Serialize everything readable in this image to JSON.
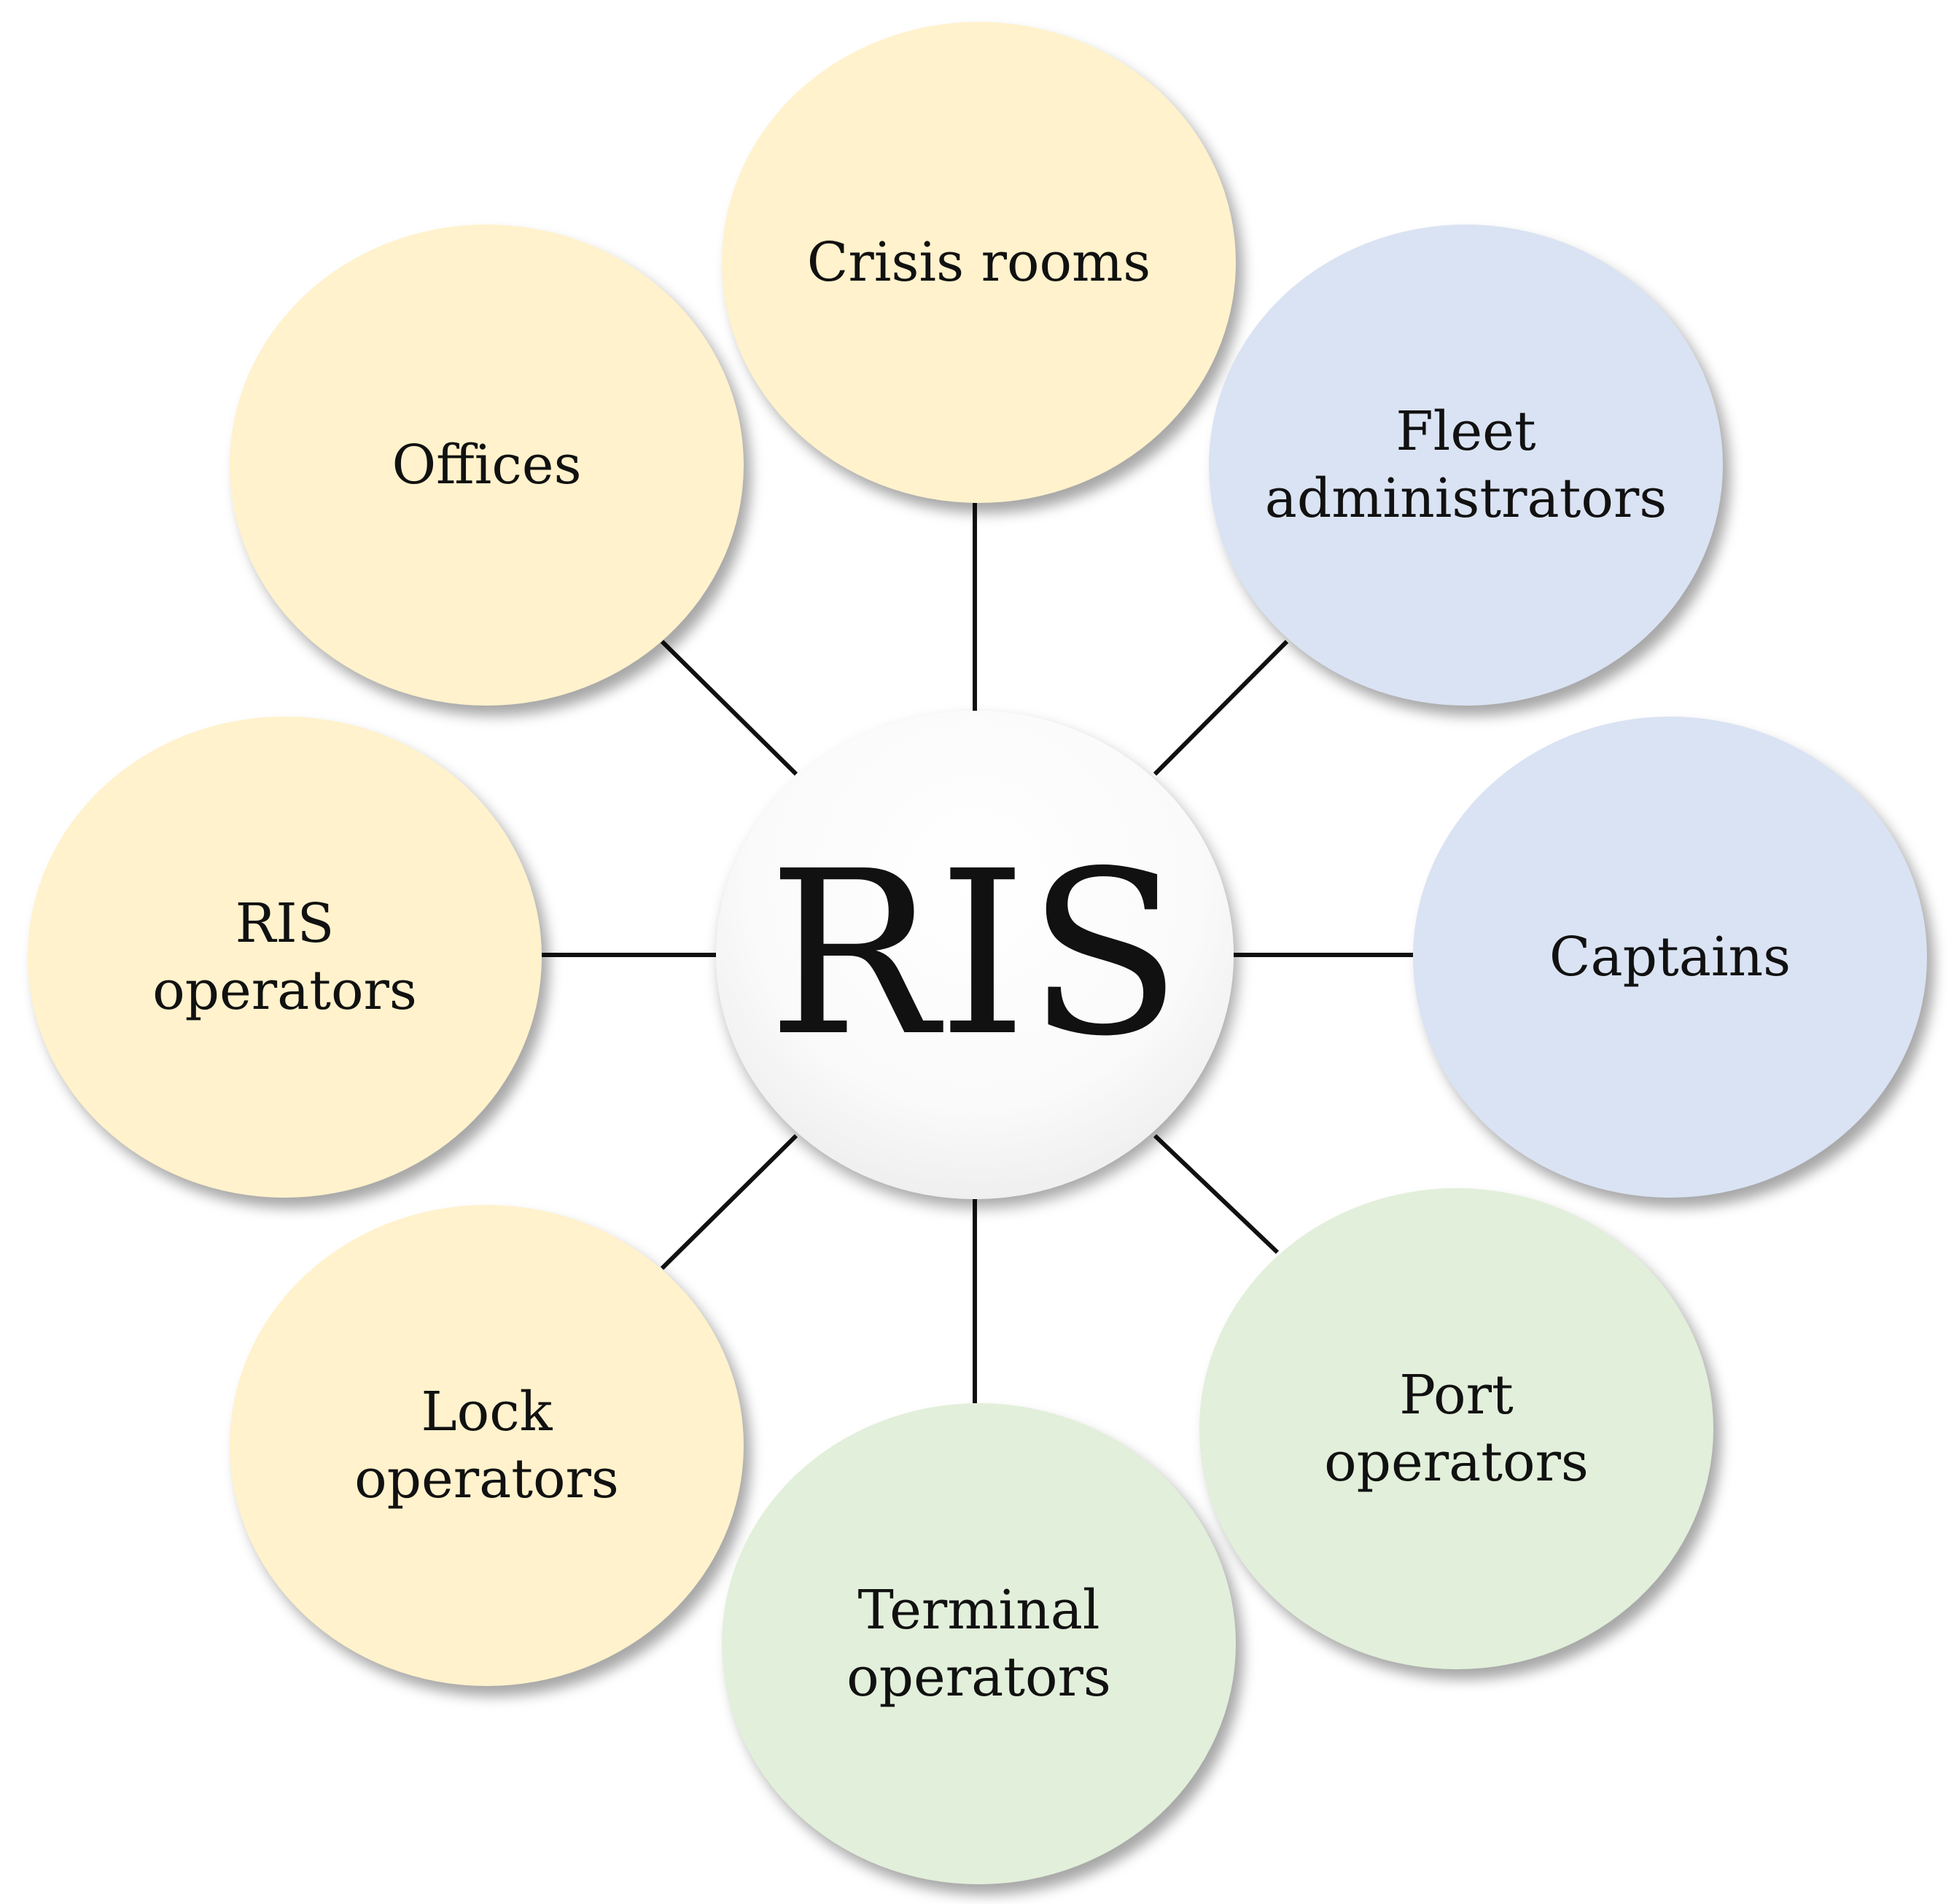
{
  "center": {
    "label": "RIS"
  },
  "nodes": {
    "crisis_rooms": {
      "lines": [
        "Crisis rooms"
      ],
      "color": "#fff2cc"
    },
    "offices": {
      "lines": [
        "Offices"
      ],
      "color": "#fff2cc"
    },
    "fleet_administrators": {
      "lines": [
        "Fleet",
        "administrators"
      ],
      "color": "#dae3f3"
    },
    "ris_operators": {
      "lines": [
        "RIS",
        "operators"
      ],
      "color": "#fff2cc"
    },
    "captains": {
      "lines": [
        "Captains"
      ],
      "color": "#dae3f3"
    },
    "lock_operators": {
      "lines": [
        "Lock",
        "operators"
      ],
      "color": "#fff2cc"
    },
    "port_operators": {
      "lines": [
        "Port",
        "operators"
      ],
      "color": "#e2efda"
    },
    "terminal_operators": {
      "lines": [
        "Terminal",
        "operators"
      ],
      "color": "#e2efda"
    }
  }
}
